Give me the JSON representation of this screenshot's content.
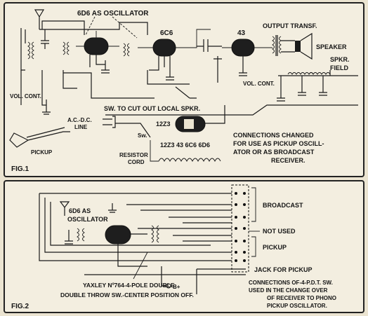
{
  "fig1": {
    "caption": "FIG.1",
    "labels": {
      "oscillator": "6D6 AS OSCILLATOR",
      "tube_6c6": "6C6",
      "tube_43": "43",
      "output_transf": "OUTPUT TRANSF.",
      "speaker": "SPEAKER",
      "spkr_field_1": "SPKR.",
      "spkr_field_2": "FIELD",
      "vol_cont_left": "VOL. CONT.",
      "vol_cont_right": "VOL. CONT.",
      "sw_cut_out": "SW. TO CUT OUT LOCAL SPKR.",
      "acdc_line_1": "A.C.-D.C.",
      "acdc_line_2": "LINE",
      "rectifier": "12Z3",
      "sw": "Sw.",
      "pickup": "PICKUP",
      "resistor_cord_1": "RESISTOR",
      "resistor_cord_2": "CORD",
      "heater_string": "12Z3 43 6C6 6D6",
      "note_1": "CONNECTIONS CHANGED",
      "note_2": "FOR USE AS PICKUP OSCILL-",
      "note_3": "ATOR OR AS BROADCAST",
      "note_4": "RECEIVER."
    }
  },
  "fig2": {
    "caption": "FIG.2",
    "labels": {
      "osc_1": "6D6 AS",
      "osc_2": "OSCILLATOR",
      "broadcast": "BROADCAST",
      "not_used": "NOT USED",
      "pickup": "PICKUP",
      "jack": "JACK FOR PICKUP",
      "bplus": "B+",
      "yaxley_1": "YAXLEY Nº764-4-POLE DOUBLE",
      "yaxley_2": "DOUBLE THROW SW.-CENTER POSITION OFF.",
      "note_1": "CONNECTIONS OF-4-P.D.T. SW.",
      "note_2": "USED IN THE CHANGE OVER",
      "note_3": "OF RECEIVER TO PHONO",
      "note_4": "PICKUP OSCILLATOR."
    }
  }
}
